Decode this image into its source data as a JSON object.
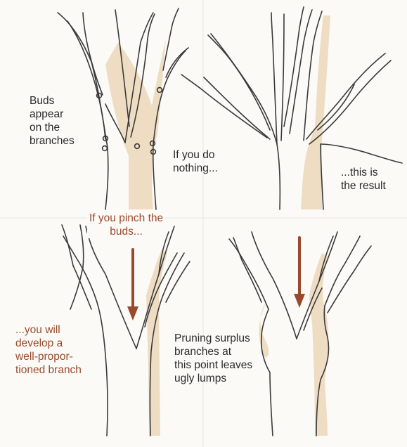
{
  "labels": {
    "buds_appear": "Buds\nappear\non the\nbranches",
    "if_nothing": "If you do\nnothing...",
    "this_is_result": "...this is\nthe result",
    "if_pinch": "If you pinch the\nbuds...",
    "you_will_develop": "...you will\ndevelop a\nwell-propor-\ntioned branch",
    "pruning_surplus": "Pruning surplus\nbranches at\nthis point leaves\nugly lumps"
  },
  "colors": {
    "outline": "#3a3a3a",
    "bark_shade": "#ecd9bd",
    "arrow": "#9a4a2c",
    "panel_divider": "#e8e6e1"
  }
}
